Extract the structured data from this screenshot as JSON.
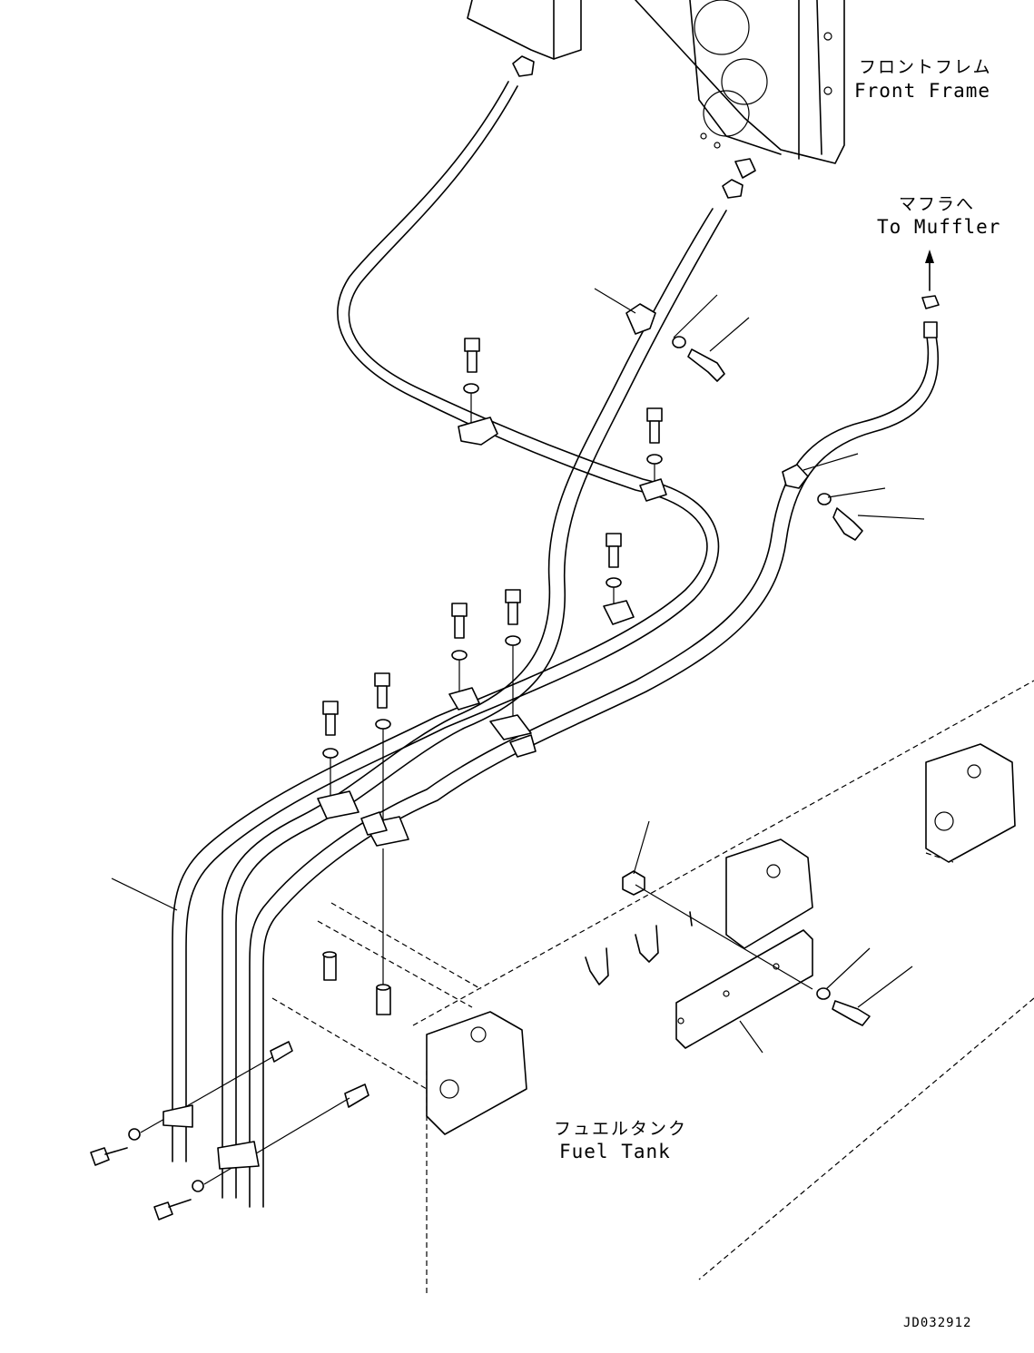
{
  "labels": {
    "front_frame_ja": "フロントフレム",
    "front_frame_en": "Front Frame",
    "to_muffler_ja": "マフラへ",
    "to_muffler_en": "To Muffler",
    "fuel_tank_ja": "フュエルタンク",
    "fuel_tank_en": "Fuel Tank",
    "drawing_code": "JD032912"
  }
}
